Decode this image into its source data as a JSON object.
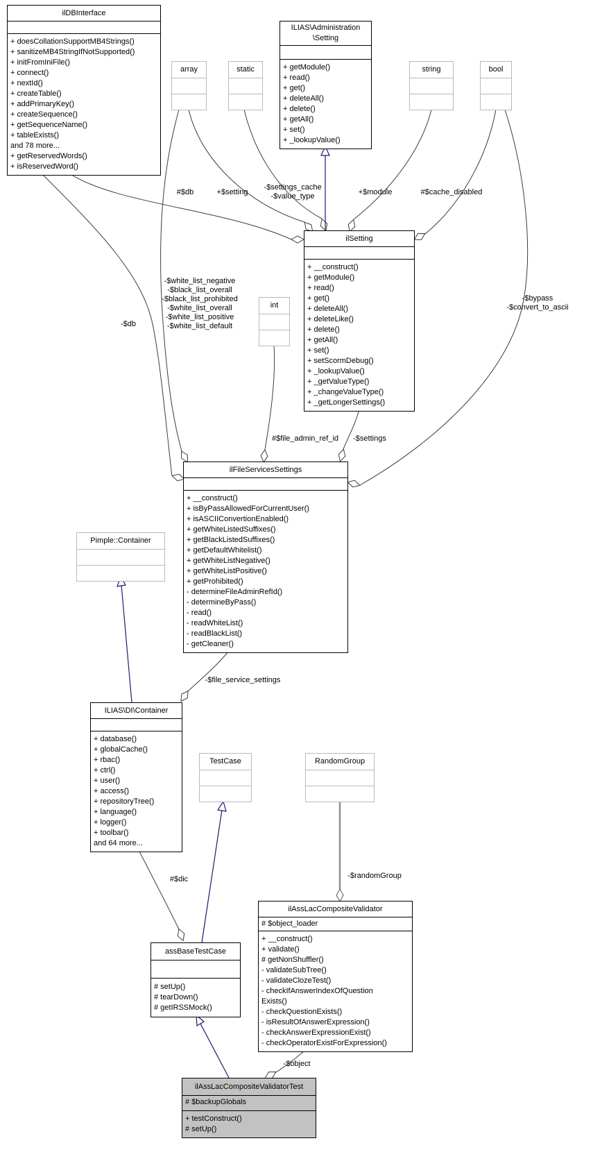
{
  "diagram_title": "ilAssLacCompositeValidatorTest collaboration diagram",
  "classes": {
    "db": {
      "title": "ilDBInterface",
      "attrs": [],
      "methods": [
        "+ doesCollationSupportMB4Strings()",
        "+ sanitizeMB4StringIfNotSupported()",
        "+ initFromIniFile()",
        "+ connect()",
        "+ nextId()",
        "+ createTable()",
        "+ addPrimaryKey()",
        "+ createSequence()",
        "+ getSequenceName()",
        "+ tableExists()",
        "and 78 more...",
        "+ getReservedWords()",
        "+ isReservedWord()"
      ]
    },
    "adminSetting": {
      "title_lines": [
        "ILIAS\\Administration",
        "\\Setting"
      ],
      "attrs": [],
      "methods": [
        "+ getModule()",
        "+ read()",
        "+ get()",
        "+ deleteAll()",
        "+ delete()",
        "+ getAll()",
        "+ set()",
        "+ _lookupValue()"
      ]
    },
    "array": {
      "title": "array"
    },
    "static": {
      "title": "static"
    },
    "string": {
      "title": "string"
    },
    "bool": {
      "title": "bool"
    },
    "int": {
      "title": "int"
    },
    "ilSetting": {
      "title": "ilSetting",
      "attrs": [],
      "methods": [
        "+ __construct()",
        "+ getModule()",
        "+ read()",
        "+ get()",
        "+ deleteAll()",
        "+ deleteLike()",
        "+ delete()",
        "+ getAll()",
        "+ set()",
        "+ setScormDebug()",
        "+ _lookupValue()",
        "+ _getValueType()",
        "+ _changeValueType()",
        "+ _getLongerSettings()"
      ]
    },
    "fss": {
      "title": "ilFileServicesSettings",
      "attrs": [],
      "methods": [
        "+ __construct()",
        "+ isByPassAllowedForCurrentUser()",
        "+ isASCIIConvertionEnabled()",
        "+ getWhiteListedSuffixes()",
        "+ getBlackListedSuffixes()",
        "+ getDefaultWhitelist()",
        "+ getWhiteListNegative()",
        "+ getWhiteListPositive()",
        "+ getProhibited()",
        "- determineFileAdminRefId()",
        "- determineByPass()",
        "- read()",
        "- readWhiteList()",
        "- readBlackList()",
        "- getCleaner()"
      ]
    },
    "pimple": {
      "title": "Pimple::Container"
    },
    "di": {
      "title": "ILIAS\\DI\\Container",
      "attrs": [],
      "methods": [
        "+ database()",
        "+ globalCache()",
        "+ rbac()",
        "+ ctrl()",
        "+ user()",
        "+ access()",
        "+ repositoryTree()",
        "+ language()",
        "+ logger()",
        "+ toolbar()",
        "and 64 more..."
      ]
    },
    "testCase": {
      "title": "TestCase"
    },
    "randomGroup": {
      "title": "RandomGroup"
    },
    "validator": {
      "title": "ilAssLacCompositeValidator",
      "attrs": [
        "# $object_loader"
      ],
      "methods": [
        "+ __construct()",
        "+ validate()",
        "# getNonShuffler()",
        "- validateSubTree()",
        "- validateClozeTest()",
        "- checkIfAnswerIndexOfQuestion",
        "Exists()",
        "- checkQuestionExists()",
        "- isResultOfAnswerExpression()",
        "- checkAnswerExpressionExist()",
        "- checkOperatorExistForExpression()"
      ]
    },
    "assBase": {
      "title": "assBaseTestCase",
      "attrs": [],
      "methods": [
        "# setUp()",
        "# tearDown()",
        "# getIRSSMock()"
      ]
    },
    "test": {
      "title": "ilAssLacCompositeValidatorTest",
      "attrs": [
        "# $backupGlobals"
      ],
      "methods": [
        "+ testConstruct()",
        "# setUp()"
      ]
    }
  },
  "labels": {
    "db_setting": "#$db",
    "setting_member": "+$setting",
    "settings_cache": [
      "-$settings_cache",
      "-$value_type"
    ],
    "module": "+$module",
    "cache_disabled": "#$cache_disabled",
    "db_fss": "-$db",
    "white_list": [
      "-$white_list_negative",
      "-$black_list_overall",
      "-$black_list_prohibited",
      "-$white_list_overall",
      "-$white_list_positive",
      "-$white_list_default"
    ],
    "bypass": [
      "-$bypass",
      "-$convert_to_ascii"
    ],
    "file_admin_ref_id": "#$file_admin_ref_id",
    "settings": "-$settings",
    "file_service_settings": "-$file_service_settings",
    "dic": "#$dic",
    "random_group": "-$randomGroup",
    "object": "-$object"
  },
  "colors": {
    "inheritance": "#191970",
    "aggregation": "#3c3c3c",
    "highlight_fill": "#c2c2c2",
    "muted_border": "#b9b9b9"
  }
}
